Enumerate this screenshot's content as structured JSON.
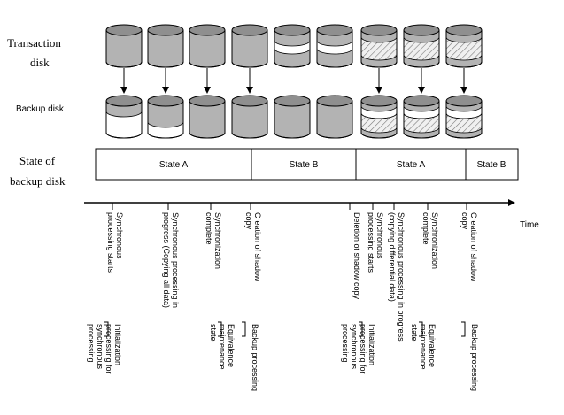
{
  "row_labels": {
    "transaction_line1": "Transaction",
    "transaction_line2": "disk",
    "backup": "Backup disk",
    "state_line1": "State of",
    "state_line2": "backup disk"
  },
  "time_label": "Time",
  "states": [
    {
      "label": "State A"
    },
    {
      "label": "State B"
    },
    {
      "label": "State A"
    },
    {
      "label": "State B"
    }
  ],
  "events": [
    {
      "lines": [
        "Synchronous",
        "processing starts"
      ]
    },
    {
      "lines": [
        "Synchronous processing in",
        "progress (Copying all data)"
      ]
    },
    {
      "lines": [
        "Synchronization",
        "complete"
      ]
    },
    {
      "lines": [
        "Creation of shadow",
        "copy"
      ]
    },
    {
      "lines": [
        "Deletion of shadow copy"
      ]
    },
    {
      "lines": [
        "Synchronous",
        "processing starts"
      ]
    },
    {
      "lines": [
        "Synchronous processing in progress",
        "(copying differential data)"
      ]
    },
    {
      "lines": [
        "Synchronization",
        "complete"
      ]
    },
    {
      "lines": [
        "Creation of shadow",
        "copy"
      ]
    }
  ],
  "brackets": [
    {
      "lines": [
        "Initialization",
        "processing for",
        "synchronous",
        "processing"
      ]
    },
    {
      "lines": [
        "Equivalence",
        "maintenance",
        "state"
      ]
    },
    {
      "lines": [
        "Backup processing"
      ]
    },
    {
      "lines": [
        "Initialization",
        "processing for",
        "synchronous",
        "processing"
      ]
    },
    {
      "lines": [
        "Equivalence",
        "maintenance",
        "state"
      ]
    },
    {
      "lines": [
        "Backup processing"
      ]
    }
  ]
}
